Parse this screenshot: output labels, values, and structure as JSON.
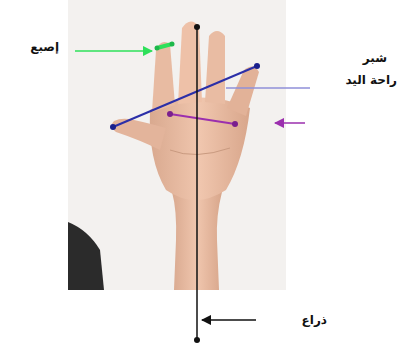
{
  "diagram": {
    "labels": [
      "إصبع",
      "شبر",
      "راحة اليد",
      "ذراع"
    ]
  }
}
